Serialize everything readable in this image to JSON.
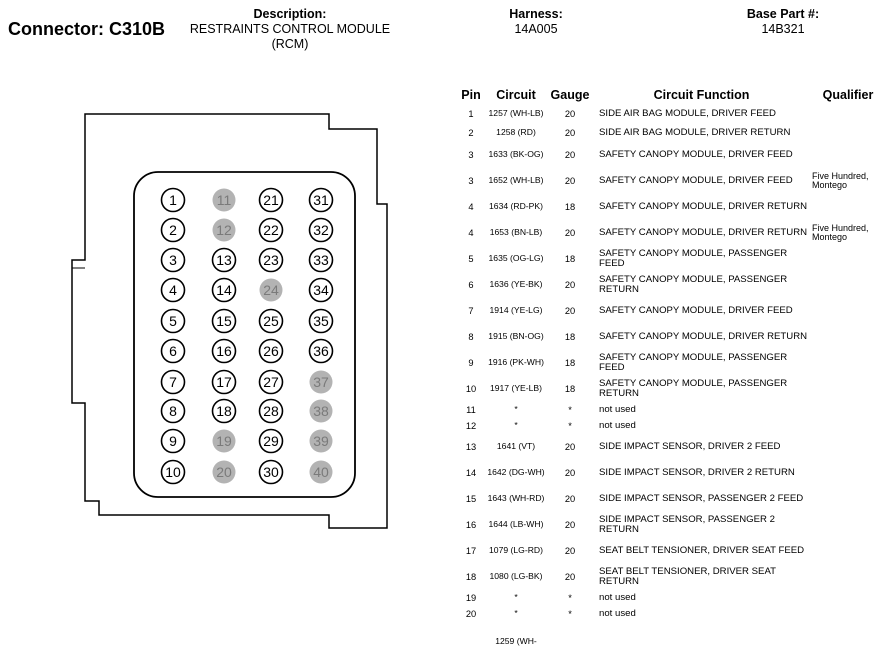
{
  "header": {
    "connector_title": "Connector: C310B",
    "description_label": "Description:",
    "description_line1": "RESTRAINTS CONTROL MODULE",
    "description_line2": "(RCM)",
    "harness_label": "Harness:",
    "harness_value": "14A005",
    "base_part_label": "Base Part #:",
    "base_part_value": "14B321"
  },
  "connector": {
    "filled_color": "#b3b3b3",
    "columns": [
      [
        {
          "n": "1",
          "filled": false
        },
        {
          "n": "2",
          "filled": false
        },
        {
          "n": "3",
          "filled": false
        },
        {
          "n": "4",
          "filled": false
        },
        {
          "n": "5",
          "filled": false
        },
        {
          "n": "6",
          "filled": false
        },
        {
          "n": "7",
          "filled": false
        },
        {
          "n": "8",
          "filled": false
        },
        {
          "n": "9",
          "filled": false
        },
        {
          "n": "10",
          "filled": false
        }
      ],
      [
        {
          "n": "11",
          "filled": true
        },
        {
          "n": "12",
          "filled": true
        },
        {
          "n": "13",
          "filled": false
        },
        {
          "n": "14",
          "filled": false
        },
        {
          "n": "15",
          "filled": false
        },
        {
          "n": "16",
          "filled": false
        },
        {
          "n": "17",
          "filled": false
        },
        {
          "n": "18",
          "filled": false
        },
        {
          "n": "19",
          "filled": true
        },
        {
          "n": "20",
          "filled": true
        }
      ],
      [
        {
          "n": "21",
          "filled": false
        },
        {
          "n": "22",
          "filled": false
        },
        {
          "n": "23",
          "filled": false
        },
        {
          "n": "24",
          "filled": true
        },
        {
          "n": "25",
          "filled": false
        },
        {
          "n": "26",
          "filled": false
        },
        {
          "n": "27",
          "filled": false
        },
        {
          "n": "28",
          "filled": false
        },
        {
          "n": "29",
          "filled": false
        },
        {
          "n": "30",
          "filled": false
        }
      ],
      [
        {
          "n": "31",
          "filled": false
        },
        {
          "n": "32",
          "filled": false
        },
        {
          "n": "33",
          "filled": false
        },
        {
          "n": "34",
          "filled": false
        },
        {
          "n": "35",
          "filled": false
        },
        {
          "n": "36",
          "filled": false
        },
        {
          "n": "37",
          "filled": true
        },
        {
          "n": "38",
          "filled": true
        },
        {
          "n": "39",
          "filled": true
        },
        {
          "n": "40",
          "filled": true
        }
      ]
    ]
  },
  "table": {
    "headers": {
      "pin": "Pin",
      "circuit": "Circuit",
      "gauge": "Gauge",
      "function": "Circuit Function",
      "qualifier": "Qualifier"
    },
    "rows": [
      {
        "pin": "1",
        "circuit": "1257 (WH-LB)",
        "gauge": "20",
        "function": "SIDE AIR BAG MODULE, DRIVER FEED",
        "qualifier": ""
      },
      {
        "pin": "2",
        "circuit": "1258 (RD)",
        "gauge": "20",
        "function": "SIDE AIR BAG MODULE, DRIVER RETURN",
        "qualifier": ""
      },
      {
        "pin": "3",
        "circuit": "1633 (BK-OG)",
        "gauge": "20",
        "function": "SAFETY CANOPY MODULE, DRIVER FEED",
        "qualifier": ""
      },
      {
        "pin": "3",
        "circuit": "1652 (WH-LB)",
        "gauge": "20",
        "function": "SAFETY CANOPY MODULE, DRIVER FEED",
        "qualifier": "Five Hundred, Montego"
      },
      {
        "pin": "4",
        "circuit": "1634 (RD-PK)",
        "gauge": "18",
        "function": "SAFETY CANOPY MODULE, DRIVER RETURN",
        "qualifier": ""
      },
      {
        "pin": "4",
        "circuit": "1653 (BN-LB)",
        "gauge": "20",
        "function": "SAFETY CANOPY MODULE, DRIVER RETURN",
        "qualifier": "Five Hundred, Montego"
      },
      {
        "pin": "5",
        "circuit": "1635 (OG-LG)",
        "gauge": "18",
        "function": "SAFETY CANOPY MODULE, PASSENGER FEED",
        "qualifier": ""
      },
      {
        "pin": "6",
        "circuit": "1636 (YE-BK)",
        "gauge": "20",
        "function": "SAFETY CANOPY MODULE, PASSENGER RETURN",
        "qualifier": ""
      },
      {
        "pin": "7",
        "circuit": "1914 (YE-LG)",
        "gauge": "20",
        "function": "SAFETY CANOPY MODULE, DRIVER FEED",
        "qualifier": ""
      },
      {
        "pin": "8",
        "circuit": "1915 (BN-OG)",
        "gauge": "18",
        "function": "SAFETY CANOPY MODULE, DRIVER RETURN",
        "qualifier": ""
      },
      {
        "pin": "9",
        "circuit": "1916 (PK-WH)",
        "gauge": "18",
        "function": "SAFETY CANOPY MODULE, PASSENGER FEED",
        "qualifier": ""
      },
      {
        "pin": "10",
        "circuit": "1917 (YE-LB)",
        "gauge": "18",
        "function": "SAFETY CANOPY MODULE, PASSENGER RETURN",
        "qualifier": ""
      },
      {
        "pin": "11",
        "circuit": "*",
        "gauge": "*",
        "function": "not used",
        "qualifier": ""
      },
      {
        "pin": "12",
        "circuit": "*",
        "gauge": "*",
        "function": "not used",
        "qualifier": ""
      },
      {
        "pin": "13",
        "circuit": "1641 (VT)",
        "gauge": "20",
        "function": "SIDE IMPACT SENSOR, DRIVER 2 FEED",
        "qualifier": ""
      },
      {
        "pin": "14",
        "circuit": "1642 (DG-WH)",
        "gauge": "20",
        "function": "SIDE IMPACT SENSOR, DRIVER 2 RETURN",
        "qualifier": ""
      },
      {
        "pin": "15",
        "circuit": "1643 (WH-RD)",
        "gauge": "20",
        "function": "SIDE IMPACT SENSOR, PASSENGER 2 FEED",
        "qualifier": ""
      },
      {
        "pin": "16",
        "circuit": "1644 (LB-WH)",
        "gauge": "20",
        "function": "SIDE IMPACT SENSOR, PASSENGER 2 RETURN",
        "qualifier": ""
      },
      {
        "pin": "17",
        "circuit": "1079 (LG-RD)",
        "gauge": "20",
        "function": "SEAT BELT TENSIONER, DRIVER SEAT FEED",
        "qualifier": ""
      },
      {
        "pin": "18",
        "circuit": "1080 (LG-BK)",
        "gauge": "20",
        "function": "SEAT BELT TENSIONER, DRIVER SEAT RETURN",
        "qualifier": ""
      },
      {
        "pin": "19",
        "circuit": "*",
        "gauge": "*",
        "function": "not used",
        "qualifier": ""
      },
      {
        "pin": "20",
        "circuit": "*",
        "gauge": "*",
        "function": "not used",
        "qualifier": ""
      },
      {
        "pin": "",
        "circuit": "1259 (WH-",
        "gauge": "",
        "function": "",
        "qualifier": ""
      }
    ]
  }
}
